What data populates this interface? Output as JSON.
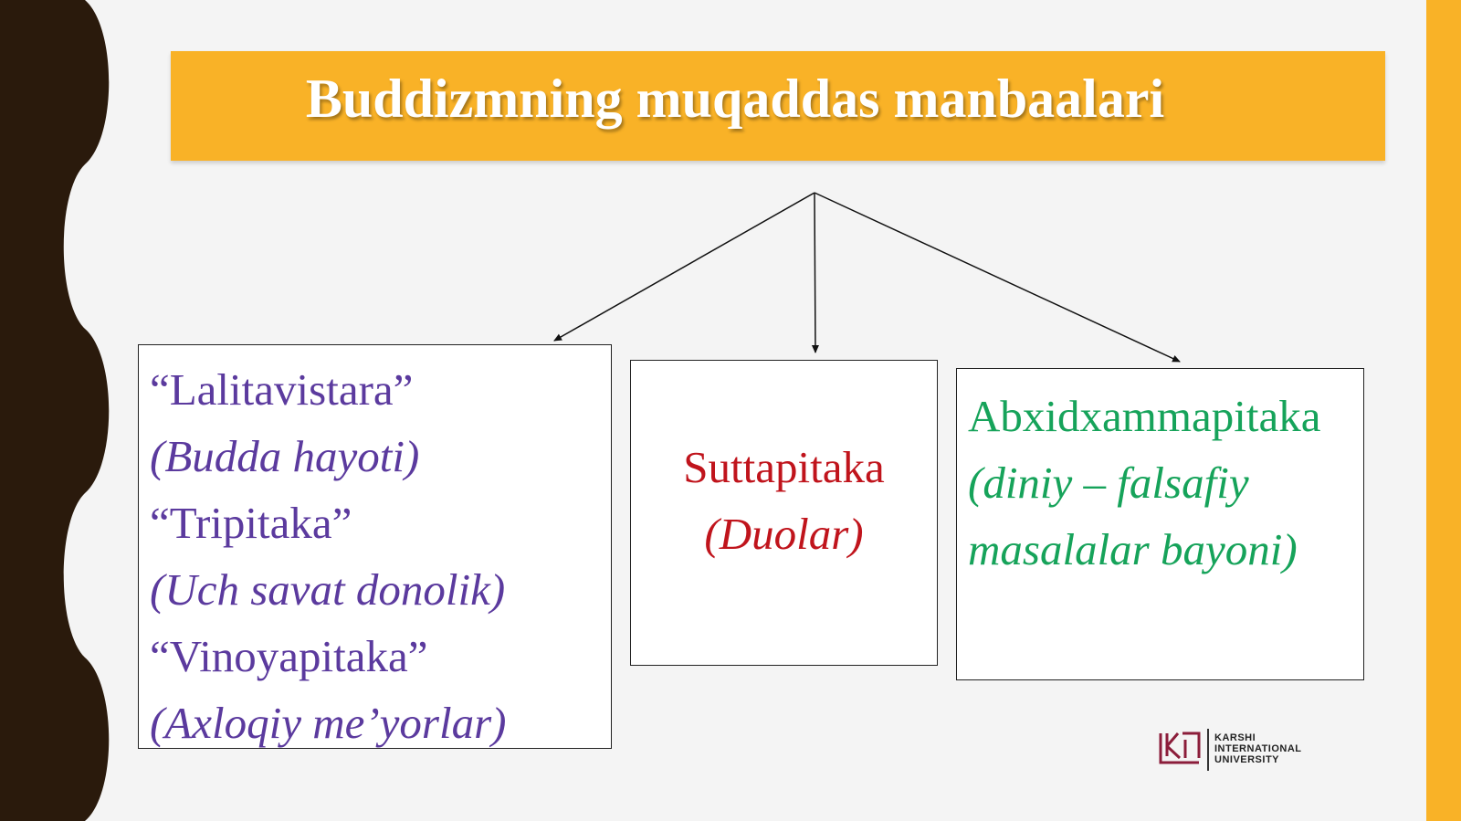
{
  "colors": {
    "accent": "#f9b227",
    "dark_band": "#2a1a0c",
    "left_text": "#5b3a9e",
    "middle_text": "#c0141c",
    "right_text": "#16a35a",
    "logo": "#8b1d3a"
  },
  "title": "Buddizmning muqaddas manbaalari",
  "left_box": {
    "lines": [
      "“Lalitavistara”",
      "(Budda hayoti)",
      "“Tripitaka”",
      "(Uch savat donolik)",
      "“Vinoyapitaka”",
      "(Axloqiy me’yorlar)"
    ]
  },
  "middle_box": {
    "lines": [
      "Suttapitaka",
      "(Duolar)"
    ]
  },
  "right_box": {
    "lines": [
      "Abxidxammapitaka",
      "(diniy – falsafiy",
      "masalalar bayoni)"
    ]
  },
  "logo": {
    "lines": [
      "KARSHI",
      "INTERNATIONAL",
      "UNIVERSITY"
    ],
    "icon": "kiu-logo-icon"
  }
}
